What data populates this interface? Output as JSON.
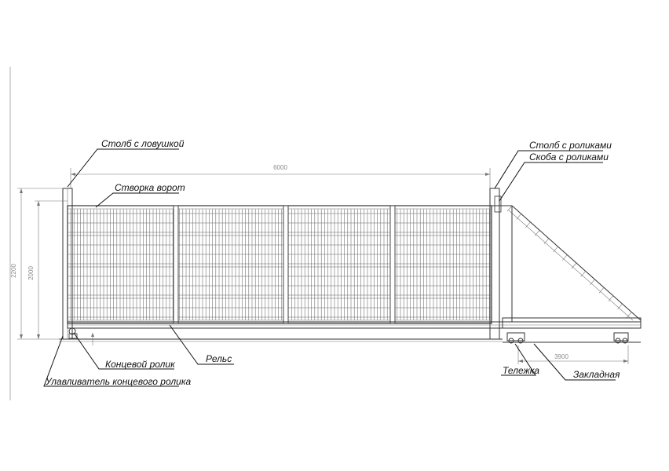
{
  "labels": {
    "post_with_catcher": "Столб с ловушкой",
    "gate_leaf": "Створка ворот",
    "post_with_rollers": "Столб с роликами",
    "bracket_with_rollers": "Скоба с роликами",
    "end_roller": "Концевой ролик",
    "rail": "Рельс",
    "end_roller_catcher": "Улавливатель концевого ролика",
    "trolley": "Тележка",
    "embedded_part": "Закладная"
  },
  "dimensions": {
    "width": "6000",
    "total_height": "2200",
    "leaf_height": "2000",
    "embed_length": "3900"
  },
  "colors": {
    "line": "#333333",
    "text": "#111111",
    "dimension": "#8a8a8a"
  }
}
